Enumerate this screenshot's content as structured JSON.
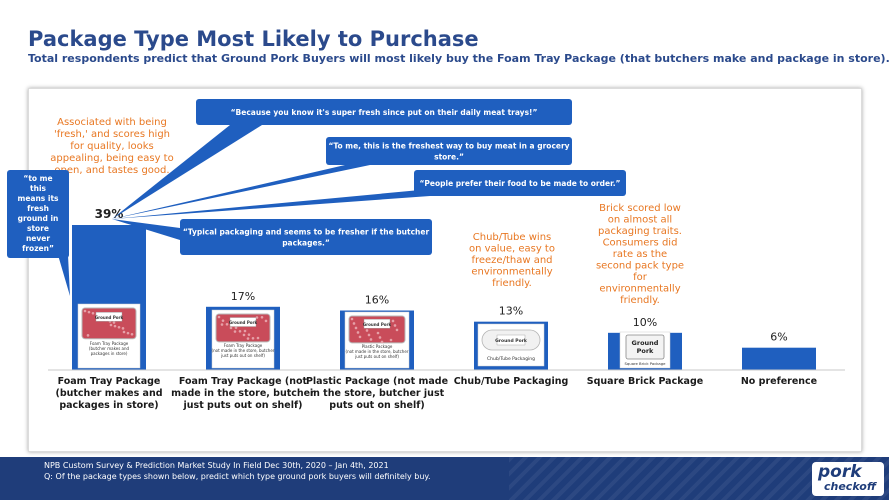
{
  "header": {
    "title": "Package Type Most Likely to Purchase",
    "subtitle": "Total respondents predict that Ground Pork Buyers will most likely buy the Foam Tray Package (that butchers make and package in store)."
  },
  "chart_data": {
    "type": "bar",
    "categories": [
      [
        "Foam Tray Package",
        "(butcher makes and",
        "packages in store)"
      ],
      [
        "Foam Tray Package (not",
        "made in the store, butcher",
        "just puts out on shelf)"
      ],
      [
        "Plastic Package (not made",
        "in the store, butcher just",
        "puts out on shelf)"
      ],
      [
        "Chub/Tube Packaging"
      ],
      [
        "Square Brick Package"
      ],
      [
        "No preference"
      ]
    ],
    "values": [
      39,
      17,
      16,
      13,
      10,
      6
    ],
    "value_labels": [
      "39%",
      "17%",
      "16%",
      "13%",
      "10%",
      "6%"
    ],
    "bar_color": "#1f5fbf",
    "package_images": [
      {
        "badge": "Ground Pork",
        "caption": [
          "Foam Tray Package",
          "(butcher makes and",
          "packages in store)"
        ]
      },
      {
        "badge": "Ground Pork",
        "caption": [
          "Foam Tray Package",
          "(not made in the store, butcher",
          "just puts out on shelf)"
        ]
      },
      {
        "badge": "Ground Pork",
        "caption": [
          "Plastic Package",
          "(not made in the store, butcher",
          "just puts out on shelf)"
        ]
      },
      {
        "badge": "Ground Pork",
        "caption": [
          "Chub/Tube Packaging"
        ]
      },
      {
        "badge": "Ground Pork",
        "caption": [
          "Square Brick Package"
        ]
      }
    ],
    "annotations": {
      "orange_left": [
        "Associated with being",
        "'fresh,' and scores high",
        "for quality, looks",
        "appealing, being easy to",
        "open, and tastes good."
      ],
      "orange_chub": [
        "Chub/Tube wins",
        "on value, easy to",
        "freeze/thaw and",
        "environmentally",
        "friendly."
      ],
      "orange_brick": [
        "Brick scored low",
        "on almost all",
        "packaging traits.",
        "Consumers did",
        "rate as the",
        "second pack type",
        "for",
        "environmentally",
        "friendly."
      ],
      "quote_side": [
        "“to me",
        "this",
        "means its",
        "fresh",
        "ground in",
        "store",
        "never",
        "frozen”"
      ],
      "quotes": [
        [
          "“Because you know it's super fresh since put on their daily meat trays!”"
        ],
        [
          "“To me, this is the freshest way to buy meat in a grocery",
          "store.”"
        ],
        [
          "“People prefer their food to be made to order.”"
        ],
        [
          "“Typical packaging and seems to be fresher if the butcher",
          "packages.”"
        ]
      ]
    }
  },
  "footer": {
    "note1": "NPB Custom Survey & Prediction Market Study In Field Dec 30th, 2020 – Jan 4th, 2021",
    "note2": "Q: Of the package types shown below, predict which type ground pork buyers will definitely buy."
  },
  "logo": {
    "top": "pork",
    "bottom": "checkoff"
  },
  "colors": {
    "title": "#2b4a8c",
    "orange": "#e87722",
    "bubble": "#1f5fbf",
    "footer": "#1f3d7a"
  }
}
